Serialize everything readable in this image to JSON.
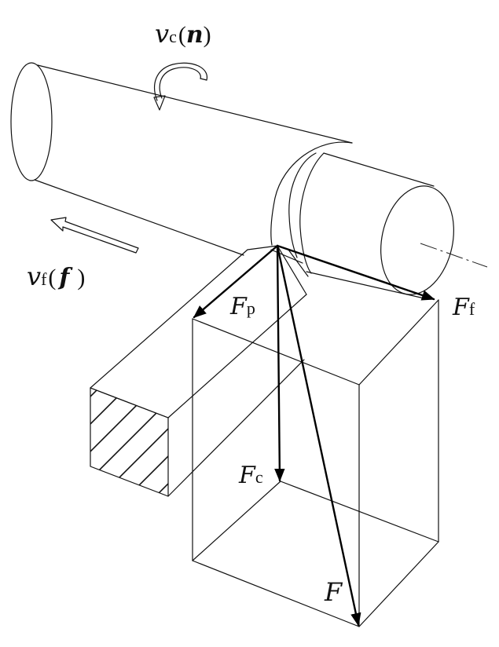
{
  "labels": {
    "cutting_speed": {
      "symbol": "v",
      "subscript": "c",
      "paren_open": "(",
      "param": "n",
      "paren_close": ")"
    },
    "feed_speed": {
      "symbol": "v",
      "subscript": "f",
      "paren_open": "(",
      "param": "f",
      "paren_close": ")"
    },
    "force_passive": {
      "symbol": "F",
      "subscript": "p"
    },
    "force_feed": {
      "symbol": "F",
      "subscript": "f"
    },
    "force_cutting": {
      "symbol": "F",
      "subscript": "c"
    },
    "force_resultant": {
      "symbol": "F"
    }
  }
}
